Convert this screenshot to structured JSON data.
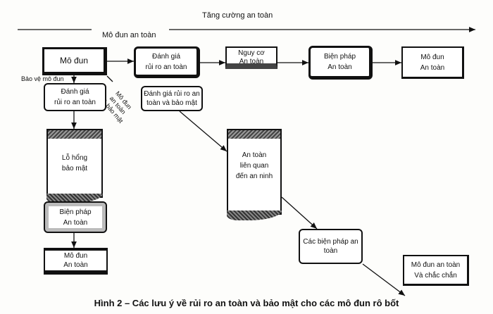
{
  "top_label": "Tăng cường an toàn",
  "section_label": "Mô đun an toàn",
  "side_label": "Bảo vệ mô đun",
  "diagonal_label": [
    "Mô đun",
    "an toàn",
    "và bảo mật"
  ],
  "top_row": [
    {
      "lines": [
        "Mô đun"
      ]
    },
    {
      "lines": [
        "Đánh giá",
        "rủi ro an toàn"
      ]
    },
    {
      "lines": [
        "Nguy cơ",
        "An toàn"
      ]
    },
    {
      "lines": [
        "Biện pháp",
        "An toàn"
      ]
    },
    {
      "lines": [
        "Mô đun",
        "An toàn"
      ]
    }
  ],
  "left_column": [
    {
      "lines": [
        "Đánh giá",
        "rủi ro an toàn"
      ]
    },
    {
      "lines": [
        "Lỗ hổng",
        "bảo mật"
      ]
    },
    {
      "lines": [
        "Biện pháp",
        "An toàn"
      ]
    },
    {
      "lines": [
        "Mô đun",
        "An toàn"
      ]
    }
  ],
  "diagonal_path": [
    {
      "lines": [
        "Đánh giá rủi ro an",
        "toàn và bảo mật"
      ]
    },
    {
      "lines": [
        "An toàn",
        "liên quan",
        "đến an ninh"
      ]
    },
    {
      "lines": [
        "Các biện pháp an",
        "toàn"
      ]
    },
    {
      "lines": [
        "Mô đun an toàn",
        "Và chắc chắn"
      ]
    }
  ],
  "caption": "Hình 2 – Các lưu ý về rủi ro an toàn và bảo mật cho các mô đun rô bốt"
}
